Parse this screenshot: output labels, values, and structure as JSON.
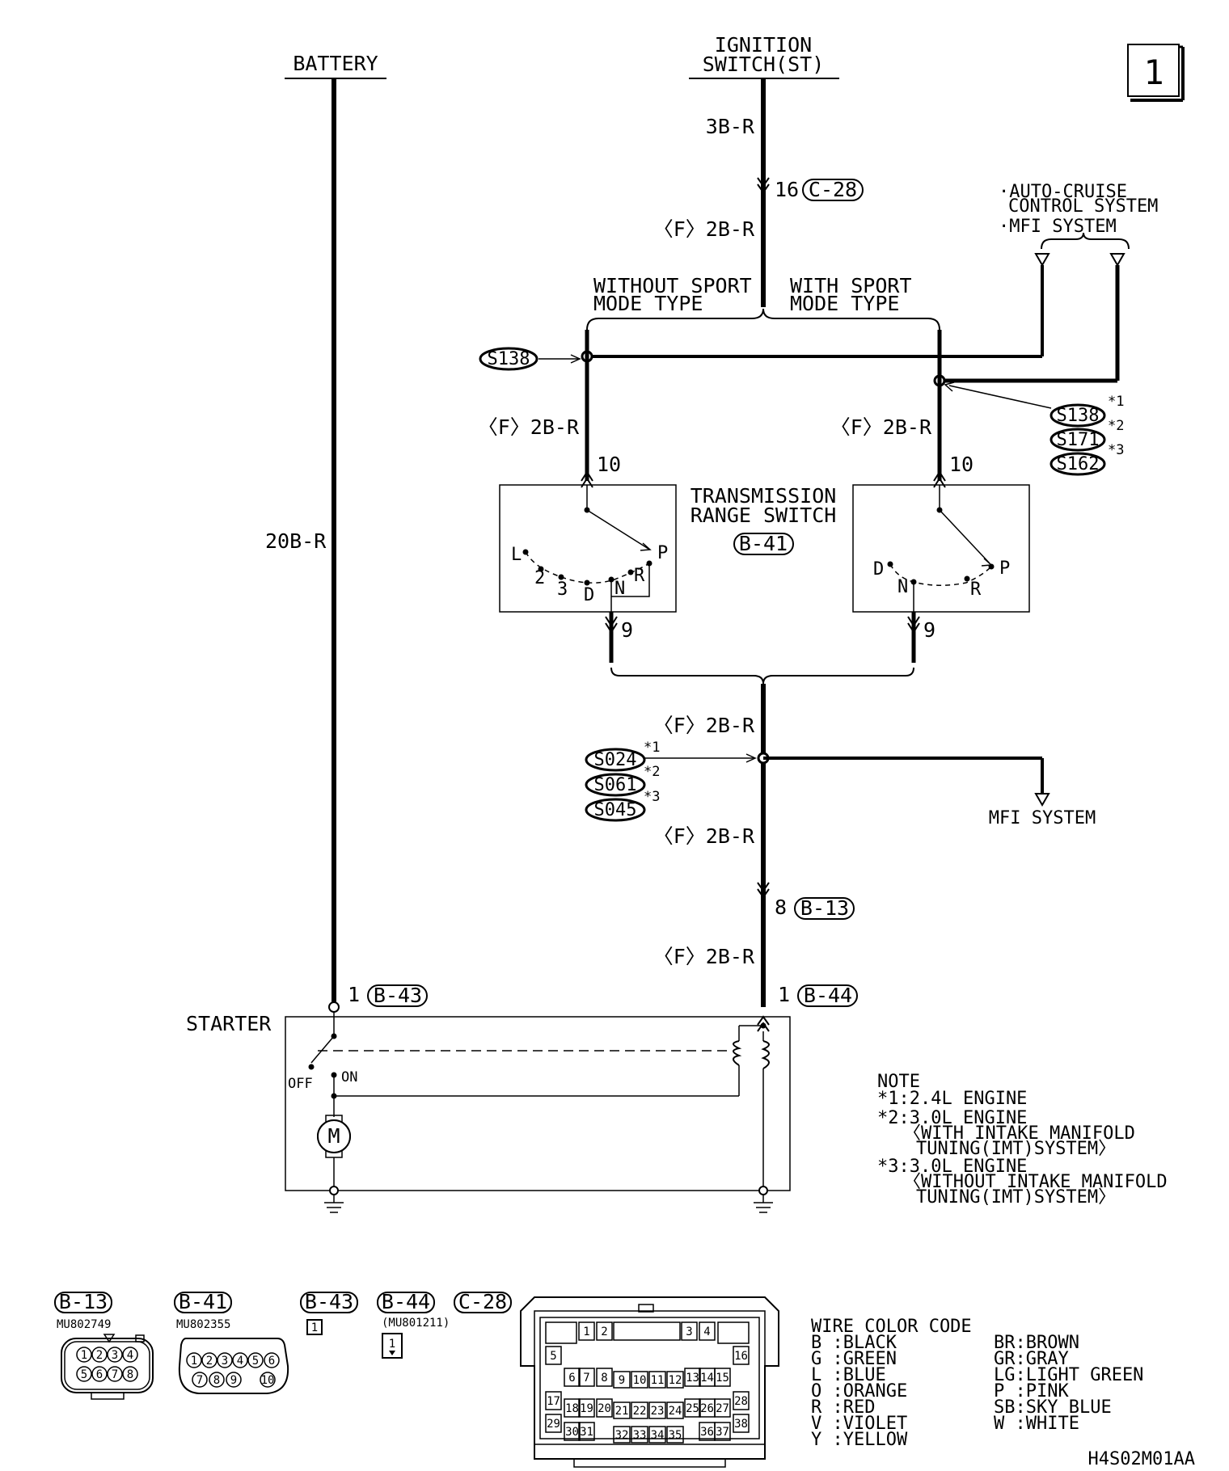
{
  "page_number": "1",
  "image_code": "H4S02M01AA",
  "battery": {
    "label": "BATTERY",
    "wire": "20B-R"
  },
  "ignition": {
    "line1": "IGNITION",
    "line2": "SWITCH(ST)",
    "wire": "3B-R",
    "pin": "16",
    "connector": "C-28"
  },
  "wires": {
    "f2br_1": "〈F〉2B-R",
    "f2br_left": "〈F〉2B-R",
    "f2br_right": "〈F〉2B-R",
    "f2br_mid": "〈F〉2B-R",
    "f2br_low1": "〈F〉2B-R",
    "f2br_low2": "〈F〉2B-R"
  },
  "variants": {
    "without_line1": "WITHOUT SPORT",
    "without_line2": "MODE TYPE",
    "with_line1": "WITH SPORT",
    "with_line2": "MODE TYPE"
  },
  "aux_systems": {
    "line1": "·AUTO-CRUISE",
    "line2": "CONTROL SYSTEM",
    "line3": "·MFI SYSTEM"
  },
  "splices": {
    "left": "S138",
    "right": [
      {
        "id": "S138",
        "note": "*1"
      },
      {
        "id": "S171",
        "note": "*2"
      },
      {
        "id": "S162",
        "note": "*3"
      }
    ],
    "lower": [
      {
        "id": "S024",
        "note": "*1"
      },
      {
        "id": "S061",
        "note": "*2"
      },
      {
        "id": "S045",
        "note": "*3"
      }
    ]
  },
  "trs": {
    "line1": "TRANSMISSION",
    "line2": "RANGE SWITCH",
    "connector": "B-41",
    "pin_in": "10",
    "pin_out": "9",
    "left_positions": [
      "L",
      "2",
      "3",
      "D",
      "N",
      "R",
      "P"
    ],
    "right_positions": [
      "D",
      "N",
      "R",
      "P"
    ]
  },
  "mfi": "MFI SYSTEM",
  "b13": {
    "pin": "8",
    "connector": "B-13"
  },
  "starter": {
    "label": "STARTER",
    "pin_left": "1",
    "conn_left": "B-43",
    "pin_right": "1",
    "conn_right": "B-44",
    "off": "OFF",
    "on": "ON",
    "motor": "M"
  },
  "note": {
    "title": "NOTE",
    "l1": "*1:2.4L ENGINE",
    "l2": "*2:3.0L ENGINE",
    "l3": "〈WITH INTAKE MANIFOLD",
    "l4": "TUNING(IMT)SYSTEM〉",
    "l5": "*3:3.0L ENGINE",
    "l6": "〈WITHOUT INTAKE MANIFOLD",
    "l7": "TUNING(IMT)SYSTEM〉"
  },
  "connectors": {
    "b13": {
      "id": "B-13",
      "part": "MU802749",
      "pins": [
        "1",
        "2",
        "3",
        "4",
        "5",
        "6",
        "7",
        "8"
      ]
    },
    "b41": {
      "id": "B-41",
      "part": "MU802355",
      "pins": [
        "1",
        "2",
        "3",
        "4",
        "5",
        "6",
        "7",
        "8",
        "9",
        "10"
      ]
    },
    "b43": {
      "id": "B-43",
      "pins": [
        "1"
      ]
    },
    "b44": {
      "id": "B-44",
      "part": "(MU801211)",
      "pins": [
        "1"
      ]
    },
    "c28": {
      "id": "C-28",
      "pins": [
        "1",
        "2",
        "3",
        "4",
        "5",
        "6",
        "7",
        "8",
        "9",
        "10",
        "11",
        "12",
        "13",
        "14",
        "15",
        "16",
        "17",
        "18",
        "19",
        "20",
        "21",
        "22",
        "23",
        "24",
        "25",
        "26",
        "27",
        "28",
        "29",
        "30",
        "31",
        "32",
        "33",
        "34",
        "35",
        "36",
        "37",
        "38"
      ]
    }
  },
  "color_code": {
    "title": "WIRE COLOR CODE",
    "left": [
      "B :BLACK",
      "G :GREEN",
      "L :BLUE",
      "O :ORANGE",
      "R :RED",
      "V :VIOLET",
      "Y :YELLOW"
    ],
    "right": [
      "BR:BROWN",
      "GR:GRAY",
      "LG:LIGHT GREEN",
      "P :PINK",
      "SB:SKY BLUE",
      "W :WHITE"
    ]
  }
}
